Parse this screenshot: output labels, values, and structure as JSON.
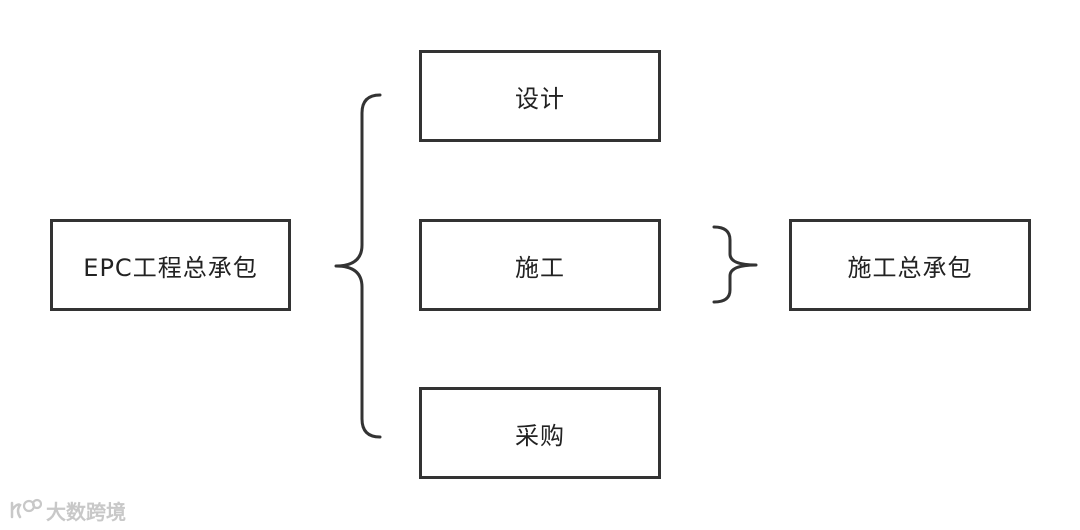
{
  "diagram": {
    "root": "EPC工程总承包",
    "branches": [
      "设计",
      "施工",
      "采购"
    ],
    "target": "施工总承包"
  },
  "watermark": {
    "text": "大数跨境"
  }
}
